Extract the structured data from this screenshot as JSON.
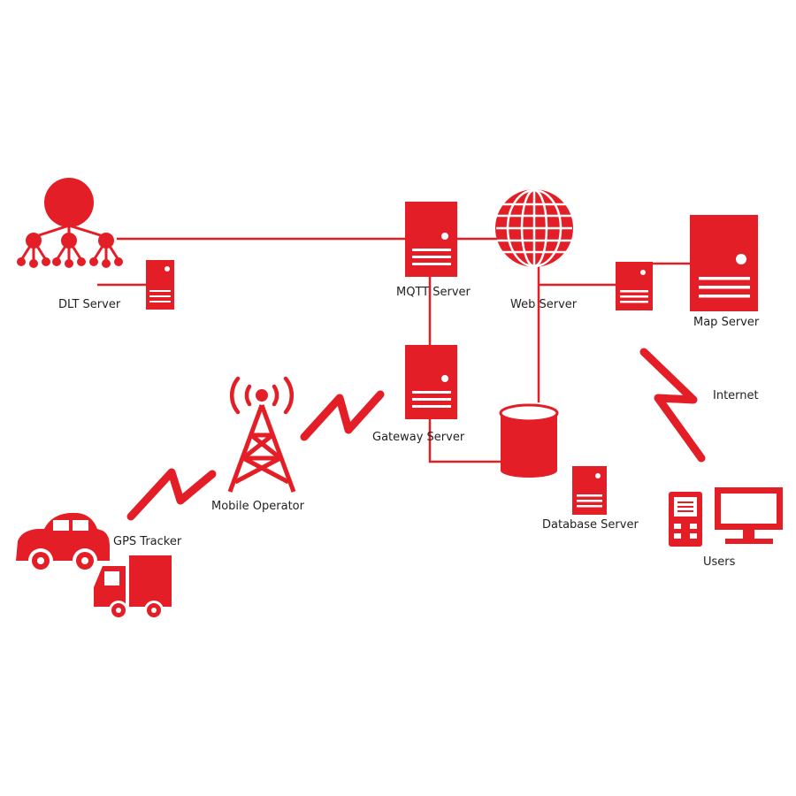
{
  "colors": {
    "primary": "#e41e26",
    "text": "#222222",
    "background": "#ffffff"
  },
  "labels": {
    "dlt_server": "DLT Server",
    "mqtt_server": "MQTT Server",
    "web_server": "Web Server",
    "map_server": "Map Server",
    "internet": "Internet",
    "gateway_server": "Gateway Server",
    "mobile_operator": "Mobile Operator",
    "gps_tracker": "GPS Tracker",
    "database_server": "Database Server",
    "users": "Users"
  },
  "icons": [
    "org-network-icon",
    "server-icon",
    "globe-icon",
    "database-icon",
    "cell-tower-icon",
    "lightning-link-icon",
    "car-icon",
    "truck-icon",
    "phone-icon",
    "monitor-icon"
  ]
}
